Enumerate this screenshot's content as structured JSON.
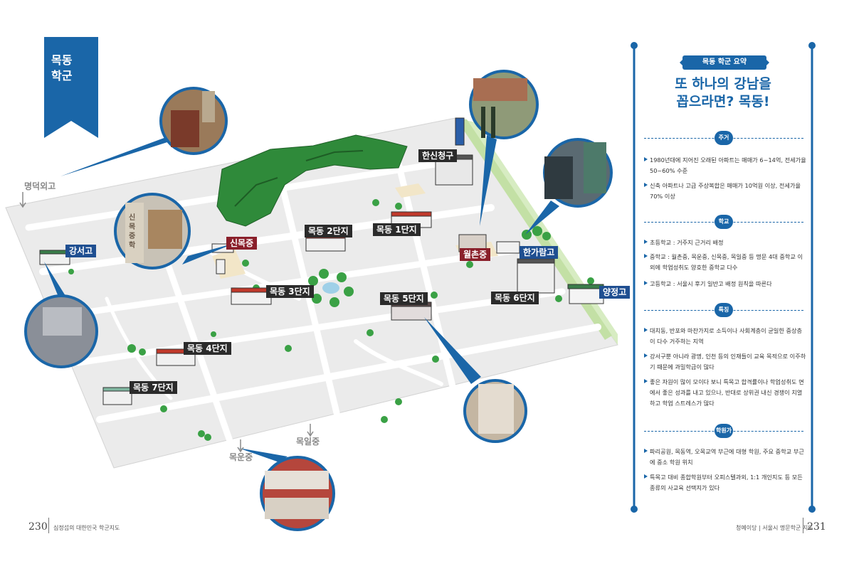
{
  "left_page": {
    "banner": {
      "line1": "목동",
      "line2": "학군"
    },
    "map_labels": {
      "hansin": "한신청구",
      "mokdong2": "목동 2단지",
      "mokdong1": "목동 1단지",
      "sinmok": "신목중",
      "gangseo": "강서고",
      "wolchon": "월촌중",
      "hangaram": "한가람고",
      "mokdong3": "목동 3단지",
      "mokdong5": "목동 5단지",
      "mokdong6": "목동 6단지",
      "yangjeong": "양정고",
      "mokdong4": "목동 4단지",
      "mokdong7": "목동 7단지",
      "myeongdeok": "명덕외고",
      "mogil": "목일중",
      "mogun": "목운중"
    },
    "photo_sign_text": "신목중학",
    "page_number": "230",
    "footer": "심정섭의 대한민국 학군지도"
  },
  "right_page": {
    "header_pill": "목동 학군 요약",
    "headline_line1": "또 하나의 강남을",
    "headline_line2": "꼽으라면? 목동!",
    "sections": [
      {
        "badge": "주거",
        "bullets": [
          "1980년대에 지어진 오래된 아파트는 매매가 6~14억, 전세가율 50~60% 수준",
          "신축 아파트나 고급 주상복합은 매매가 10억원 이상, 전세가율 70% 이상"
        ]
      },
      {
        "badge": "학교",
        "bullets": [
          "초등학교 : 거주지 근거리 배정",
          "중학교 : 월촌중, 목운중, 신목중, 목일중 등 명문 4대 중학교 이외에 학업성취도 양호한 중학교 다수",
          "고등학교 : 서울시 후기 일반고 배정 원칙을 따른다"
        ]
      },
      {
        "badge": "특징",
        "bullets": [
          "대치동, 반포와 마찬가지로 소득이나 사회계층이 균일한 중상층이 다수 거주하는 지역",
          "강서구뿐 아니라 광명, 인천 등의 인재들이 교육 목적으로 이주하기 때문에 과밀학급이 많다",
          "좋은 자원이 많이 모이다 보니 특목고 합격률이나 학업성취도 면에서 좋은 성과를 내고 있으나, 반대로 상위권 내신 경쟁이 치열하고 학업 스트레스가 많다"
        ]
      },
      {
        "badge": "학원가",
        "bullets": [
          "파리공원, 목동역, 오목교역 부근에 대형 학원, 주요 중학교 부근에 중소 학원 위치",
          "특목고 대비 종합학원부터 오피스텔과외, 1:1 개인지도 등 모든 종류의 사교육 선택지가 있다"
        ]
      }
    ],
    "page_number": "231",
    "footer": "청예이당 | 서울시 명문학군 지도"
  },
  "colors": {
    "accent_blue": "#1a66a8",
    "map_green": "#2f8a3a",
    "map_road": "#ffffff",
    "map_ground": "#e9e9e9"
  }
}
